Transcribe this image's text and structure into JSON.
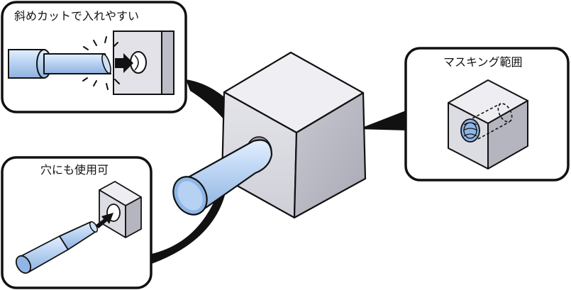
{
  "callouts": {
    "angled_cut": {
      "label": "斜めカットで入れやすい"
    },
    "hole_use": {
      "label": "穴にも使用可"
    },
    "masking": {
      "label": "マスキング範囲"
    }
  },
  "colors": {
    "outline": "#111111",
    "tube_fill": "#b9d3f2",
    "tube_highlight": "#e3efff",
    "tube_end": "#8fb6e6",
    "cube_top": "#eeeef2",
    "cube_front": "#d9d9e0",
    "cube_side": "#b9b9c3",
    "arrow": "#111111",
    "spark": "#111111"
  },
  "icons": [
    "arrow-right-icon",
    "spark-icon"
  ]
}
